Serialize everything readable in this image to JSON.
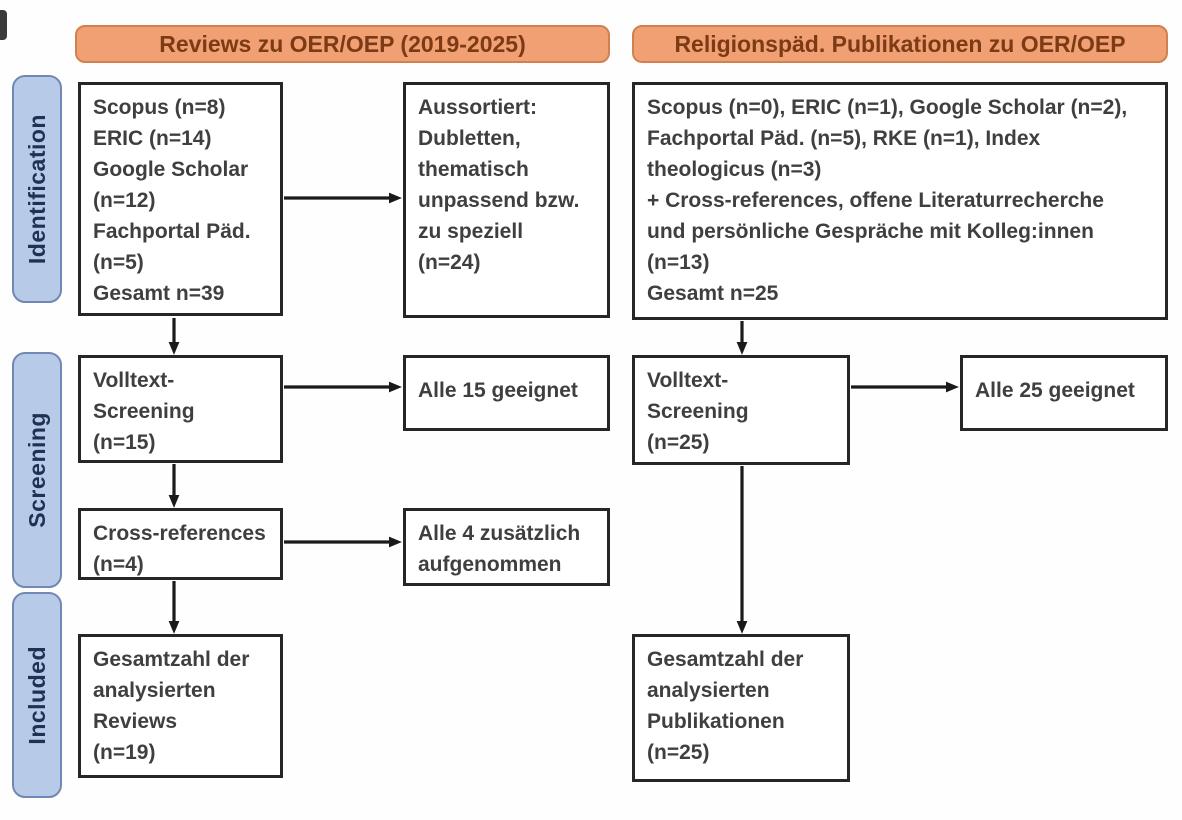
{
  "colors": {
    "header_fill": "#F0A073",
    "header_border": "#D0814F",
    "header_text": "#7C3A15",
    "stage_fill": "#B7CBE8",
    "stage_border": "#7187B5",
    "stage_text": "#1E3255",
    "box_border": "#262626",
    "box_text": "#3F3F3F",
    "arrow_color": "#1A1A1A"
  },
  "headers": {
    "left": "Reviews zu OER/OEP (2019-2025)",
    "right": "Religionspäd. Publikationen zu OER/OEP"
  },
  "sidebar": {
    "stages": [
      {
        "label": "Identification"
      },
      {
        "label": "Screening"
      },
      {
        "label": "Included"
      }
    ]
  },
  "left_column": {
    "sources": "Scopus (n=8)\nERIC (n=14)\nGoogle Scholar\n(n=12)\nFachportal Päd.\n(n=5)\nGesamt n=39",
    "excluded": "Aussortiert:\nDubletten,\nthematisch\nunpassend bzw.\nzu speziell\n(n=24)",
    "fulltext": "Volltext-\nScreening\n(n=15)",
    "fulltext_result": "Alle 15 geeignet",
    "crossref": "Cross-references\n(n=4)",
    "crossref_result": "Alle 4 zusätzlich\naufgenommen",
    "included_total": "Gesamtzahl der\nanalysierten\nReviews\n(n=19)"
  },
  "right_column": {
    "sources": "Scopus (n=0), ERIC (n=1), Google Scholar (n=2),\nFachportal Päd. (n=5), RKE (n=1), Index\ntheologicus (n=3)\n+ Cross-references, offene Literaturrecherche\nund persönliche Gespräche mit Kolleg:innen\n(n=13)\nGesamt n=25",
    "fulltext": "Volltext-\nScreening\n(n=25)",
    "fulltext_result": "Alle 25 geeignet",
    "included_total": "Gesamtzahl der\nanalysierten\nPublikationen\n(n=25)"
  }
}
